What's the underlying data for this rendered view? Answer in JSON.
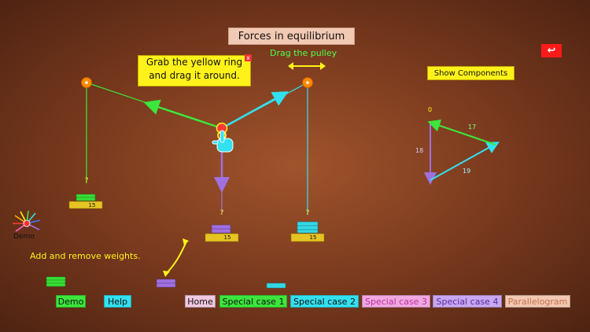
{
  "title": "Forces in equilibrium",
  "hint": {
    "line1": "Grab the yellow ring",
    "line2": "and drag it around.",
    "close": "x"
  },
  "drag_pulley": "Drag the pulley",
  "show_components": "Show Components",
  "back_icon": "↩",
  "add_weights": "Add and remove weights.",
  "demo_label": "Demo",
  "weights": {
    "left": "15",
    "center": "15",
    "right": "15",
    "unknown": "?"
  },
  "vector_diagram": {
    "zero": "0",
    "vertical": "18",
    "left_cable": "17",
    "right_cable": "19"
  },
  "buttons": {
    "demo": "Demo",
    "help": "Help",
    "home": "Home",
    "special1": "Special case 1",
    "special2": "Special case 2",
    "special3": "Special case 3",
    "special4": "Special case 4",
    "parallelogram": "Parallelogram"
  },
  "colors": {
    "green": "#3ce63c",
    "cyan": "#33e0f0",
    "purple": "#a070e0",
    "yellow": "#fff21a",
    "pulley": "#ff8a00"
  }
}
